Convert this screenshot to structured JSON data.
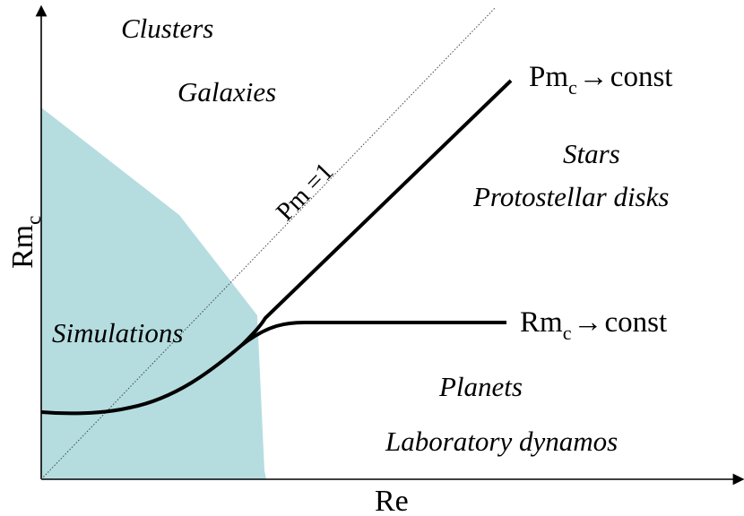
{
  "axes": {
    "x_label": "Re",
    "y_label_main": "Rm",
    "y_label_sub": "c"
  },
  "regions": {
    "clusters": "Clusters",
    "galaxies": "Galaxies",
    "stars": "Stars",
    "protostellar": "Protostellar disks",
    "simulations": "Simulations",
    "planets": "Planets",
    "lab": "Laboratory dynamos"
  },
  "lines": {
    "pm1": "Pm =1",
    "pm_const_main": "Pm",
    "pm_const_sub": "c",
    "pm_const_tail": "const",
    "rm_const_main": "Rm",
    "rm_const_sub": "c",
    "rm_const_tail": "const",
    "arrow_glyph": "→"
  },
  "colors": {
    "simulation_fill": "#b5dde0",
    "ink": "#000000"
  }
}
